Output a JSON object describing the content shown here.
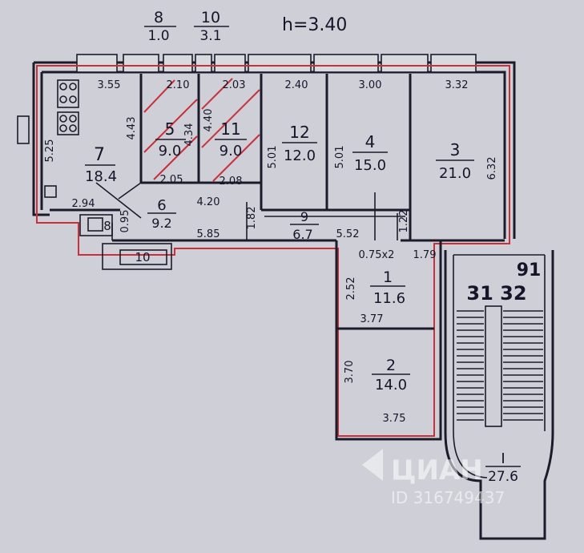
{
  "header": {
    "frac1_top": "8",
    "frac1_bottom": "1.0",
    "frac2_top": "10",
    "frac2_bottom": "3.1",
    "height_label": "h=3.40"
  },
  "rooms": [
    {
      "id": "7",
      "area": "18.4"
    },
    {
      "id": "5",
      "area": "9.0"
    },
    {
      "id": "11",
      "area": "9.0"
    },
    {
      "id": "12",
      "area": "12.0"
    },
    {
      "id": "4",
      "area": "15.0"
    },
    {
      "id": "3",
      "area": "21.0"
    },
    {
      "id": "6",
      "area": "9.2"
    },
    {
      "id": "9",
      "area": "6.7"
    },
    {
      "id": "8",
      "area": ""
    },
    {
      "id": "10",
      "area": ""
    },
    {
      "id": "1",
      "area": "11.6"
    },
    {
      "id": "2",
      "area": "14.0"
    },
    {
      "id": "I",
      "area": "27.6"
    }
  ],
  "dimensions": [
    "3.55",
    "2.10",
    "2.03",
    "2.40",
    "3.00",
    "3.32",
    "4.43",
    "5.25",
    "4.34",
    "4.40",
    "5.01",
    "5.01",
    "6.32",
    "2.05",
    "2.08",
    "2.94",
    "4.20",
    "5.85",
    "5.52",
    "1.82",
    "1.22",
    "0.95",
    "0.75x2",
    "1.79",
    "2.52",
    "3.77",
    "3.70",
    "3.75"
  ],
  "stair_numbers": {
    "top": "91",
    "bottom": "31 32"
  },
  "watermark": {
    "brand": "ЦИАН",
    "id": "ID 316749437"
  },
  "colors": {
    "paper": "#cfd0d7",
    "ink": "#1b1b2b",
    "red_outline": "#c8303a"
  }
}
